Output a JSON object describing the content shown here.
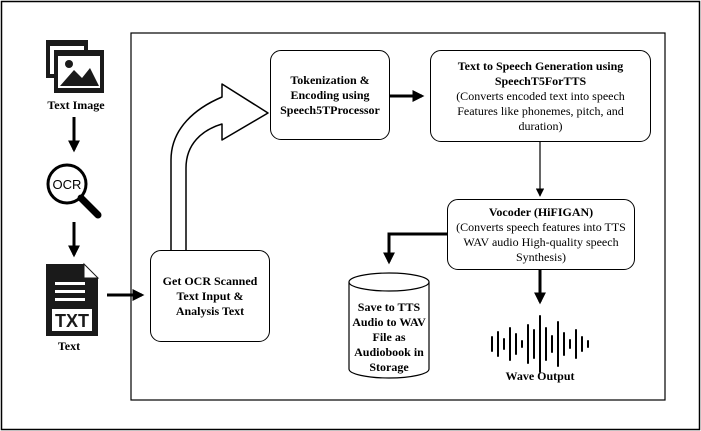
{
  "left": {
    "text_image_label": "Text Image",
    "ocr_icon_text": "OCR",
    "txt_icon_text": "TXT",
    "text_label": "Text"
  },
  "nodes": {
    "ocr_input": "Get OCR Scanned Text Input & Analysis Text",
    "tokenization": "Tokenization & Encoding using Speech5TProcessor",
    "tts_title": "Text to Speech Generation using SpeechT5ForTTS",
    "tts_desc": "(Converts encoded text into speech Features like phonemes, pitch, and duration)",
    "vocoder_title": "Vocoder (HiFIGAN)",
    "vocoder_desc": "(Converts speech features into TTS WAV audio High-quality speech Synthesis)",
    "storage": "Save to TTS Audio to WAV File as Audiobook in Storage",
    "wave_output": "Wave Output"
  },
  "colors": {
    "stroke": "#000000",
    "fill": "#ffffff"
  },
  "icons": [
    "image-icon",
    "ocr-magnifier-icon",
    "txt-file-icon",
    "waveform-icon"
  ]
}
